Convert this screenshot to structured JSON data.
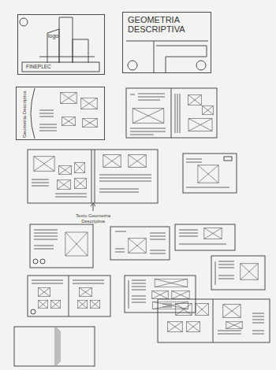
{
  "diagram": {
    "nodes": [
      {
        "text": [
          "logo",
          "FINEPLEC"
        ]
      },
      {
        "text": [
          "GEOMETRIA DESCRIPTIVA"
        ]
      },
      {
        "text": [
          "Geometria Descriptiva"
        ]
      }
    ],
    "labels": [
      "Texto Geometria Descriptiva"
    ]
  }
}
